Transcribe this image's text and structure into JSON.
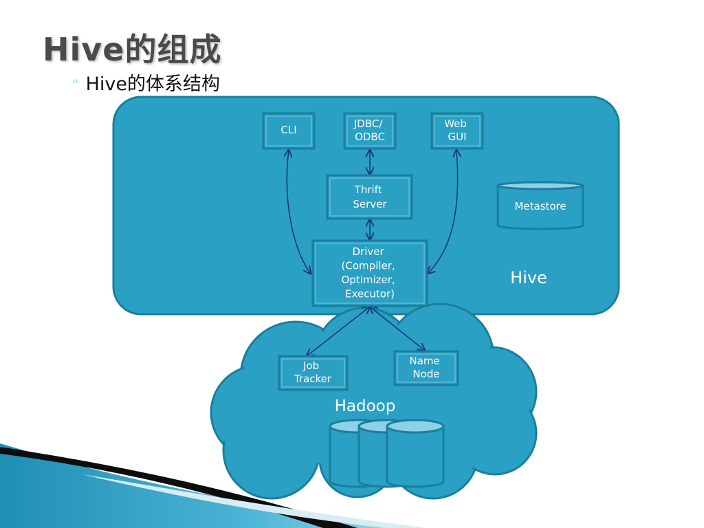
{
  "slide": {
    "title": "Hive的组成",
    "bullet_text": "Hive的体系结构",
    "bullet_marker": "◦"
  },
  "colors": {
    "box_fill": "#2aa0c4",
    "box_stroke": "#1a7e9d",
    "arrow": "#1c2f7a",
    "title": "#4a4a4a"
  },
  "diagram": {
    "hive_label": "Hive",
    "hadoop_label": "Hadoop",
    "nodes": {
      "cli": [
        "CLI"
      ],
      "jdbc_odbc": [
        "JDBC/",
        "ODBC"
      ],
      "web_gui": [
        "Web",
        "GUI"
      ],
      "thrift_server": [
        "Thrift",
        "Server"
      ],
      "metastore": [
        "Metastore"
      ],
      "driver": [
        "Driver",
        "(Compiler,",
        "Optimizer,",
        "Executor)"
      ],
      "job_tracker": [
        "Job",
        "Tracker"
      ],
      "name_node": [
        "Name",
        "Node"
      ]
    }
  }
}
